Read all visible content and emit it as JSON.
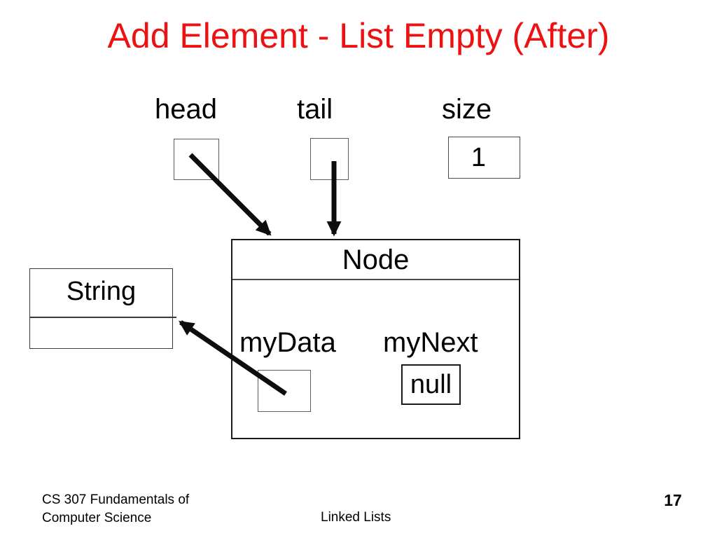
{
  "slide": {
    "title": "Add Element - List Empty (After)",
    "title_color": "#ee1111"
  },
  "diagram": {
    "head_label": "head",
    "tail_label": "tail",
    "size_label": "size",
    "size_value": "1",
    "node": {
      "title": "Node",
      "mydata_label": "myData",
      "mynext_label": "myNext",
      "mynext_value": "null"
    },
    "string_object": {
      "title": "String"
    },
    "arrows": [
      "head-to-node",
      "tail-to-node",
      "mydata-to-string"
    ],
    "arrow_color": "#0d0d0d"
  },
  "footer": {
    "course_line1": "CS 307 Fundamentals of",
    "course_line2": "Computer Science",
    "section": "Linked Lists",
    "page_number": "17"
  }
}
